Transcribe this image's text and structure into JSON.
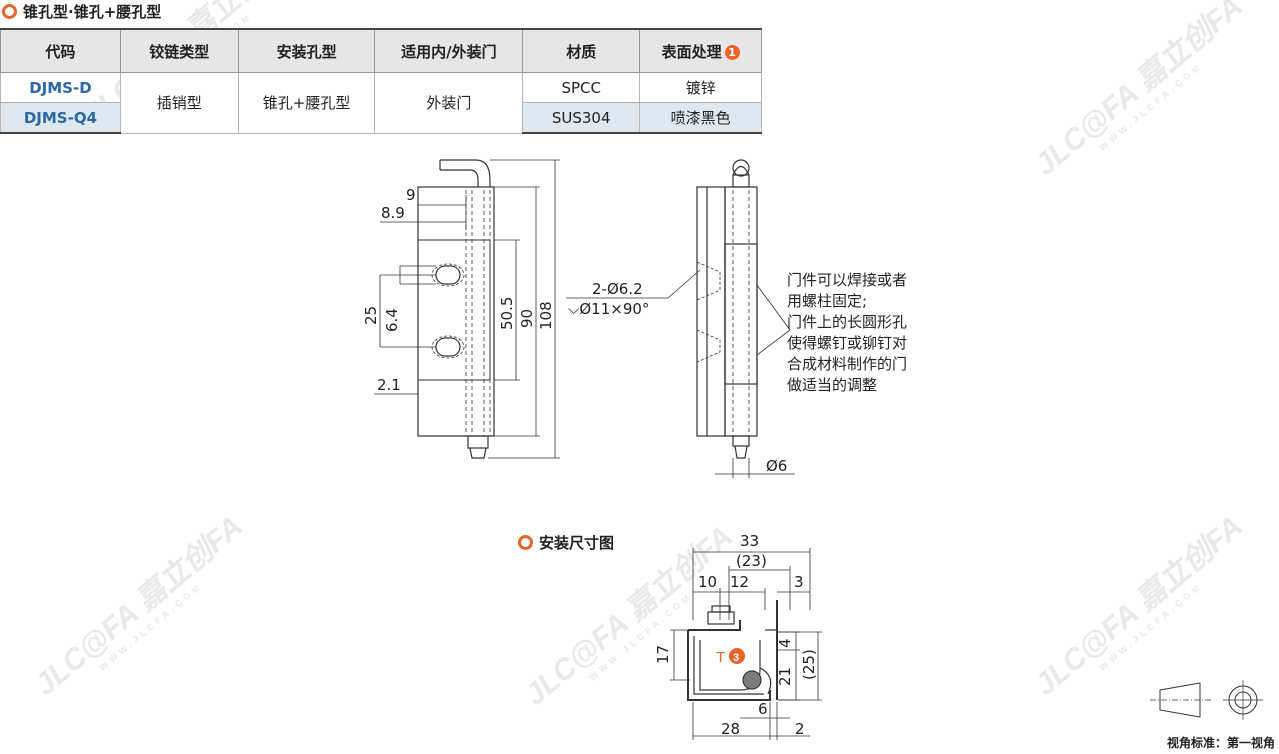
{
  "header": {
    "title": "锥孔型·锥孔+腰孔型"
  },
  "table": {
    "columns": [
      "代码",
      "铰链类型",
      "安装孔型",
      "适用内/外装门",
      "材质",
      "表面处理"
    ],
    "note_badge": "1",
    "rows": [
      {
        "code": "DJMS-D",
        "material": "SPCC",
        "surface": "镀锌"
      },
      {
        "code": "DJMS-Q4",
        "material": "SUS304",
        "surface": "喷漆黑色"
      }
    ],
    "hinge_type": "插销型",
    "hole_type": "锥孔+腰孔型",
    "door_type": "外装门"
  },
  "front_view": {
    "dims": {
      "d9": "9",
      "d89": "8.9",
      "d25": "25",
      "d64": "6.4",
      "d505": "50.5",
      "d90": "90",
      "d108": "108",
      "d21": "2.1"
    }
  },
  "side_view": {
    "hole_callout_1": "2-Ø6.2",
    "hole_callout_2": "⌵Ø11×90°",
    "pin_dia": "Ø6",
    "note_lines": [
      "门件可以焊接或者",
      "用螺柱固定;",
      "门件上的长圆形孔",
      "使得螺钉或铆钉对",
      "合成材料制作的门",
      "做适当的调整"
    ]
  },
  "install": {
    "title": "安装尺寸图",
    "dims": {
      "d33": "33",
      "d23": "(23)",
      "d10": "10",
      "d12": "12",
      "d3": "3",
      "d17": "17",
      "d4": "4",
      "d21": "21",
      "d25": "(25)",
      "d6": "6",
      "d28": "28",
      "d2": "2"
    },
    "t_label": "T",
    "t_badge": "3"
  },
  "watermark": {
    "brand": "JLC@FA 嘉立创FA",
    "url": "WWW.JLCFA.COM"
  },
  "view_standard": "视角标准：第一视角",
  "colors": {
    "accent": "#e8642b",
    "code_blue": "#2c67a7",
    "row_tint": "#dde8f0"
  }
}
